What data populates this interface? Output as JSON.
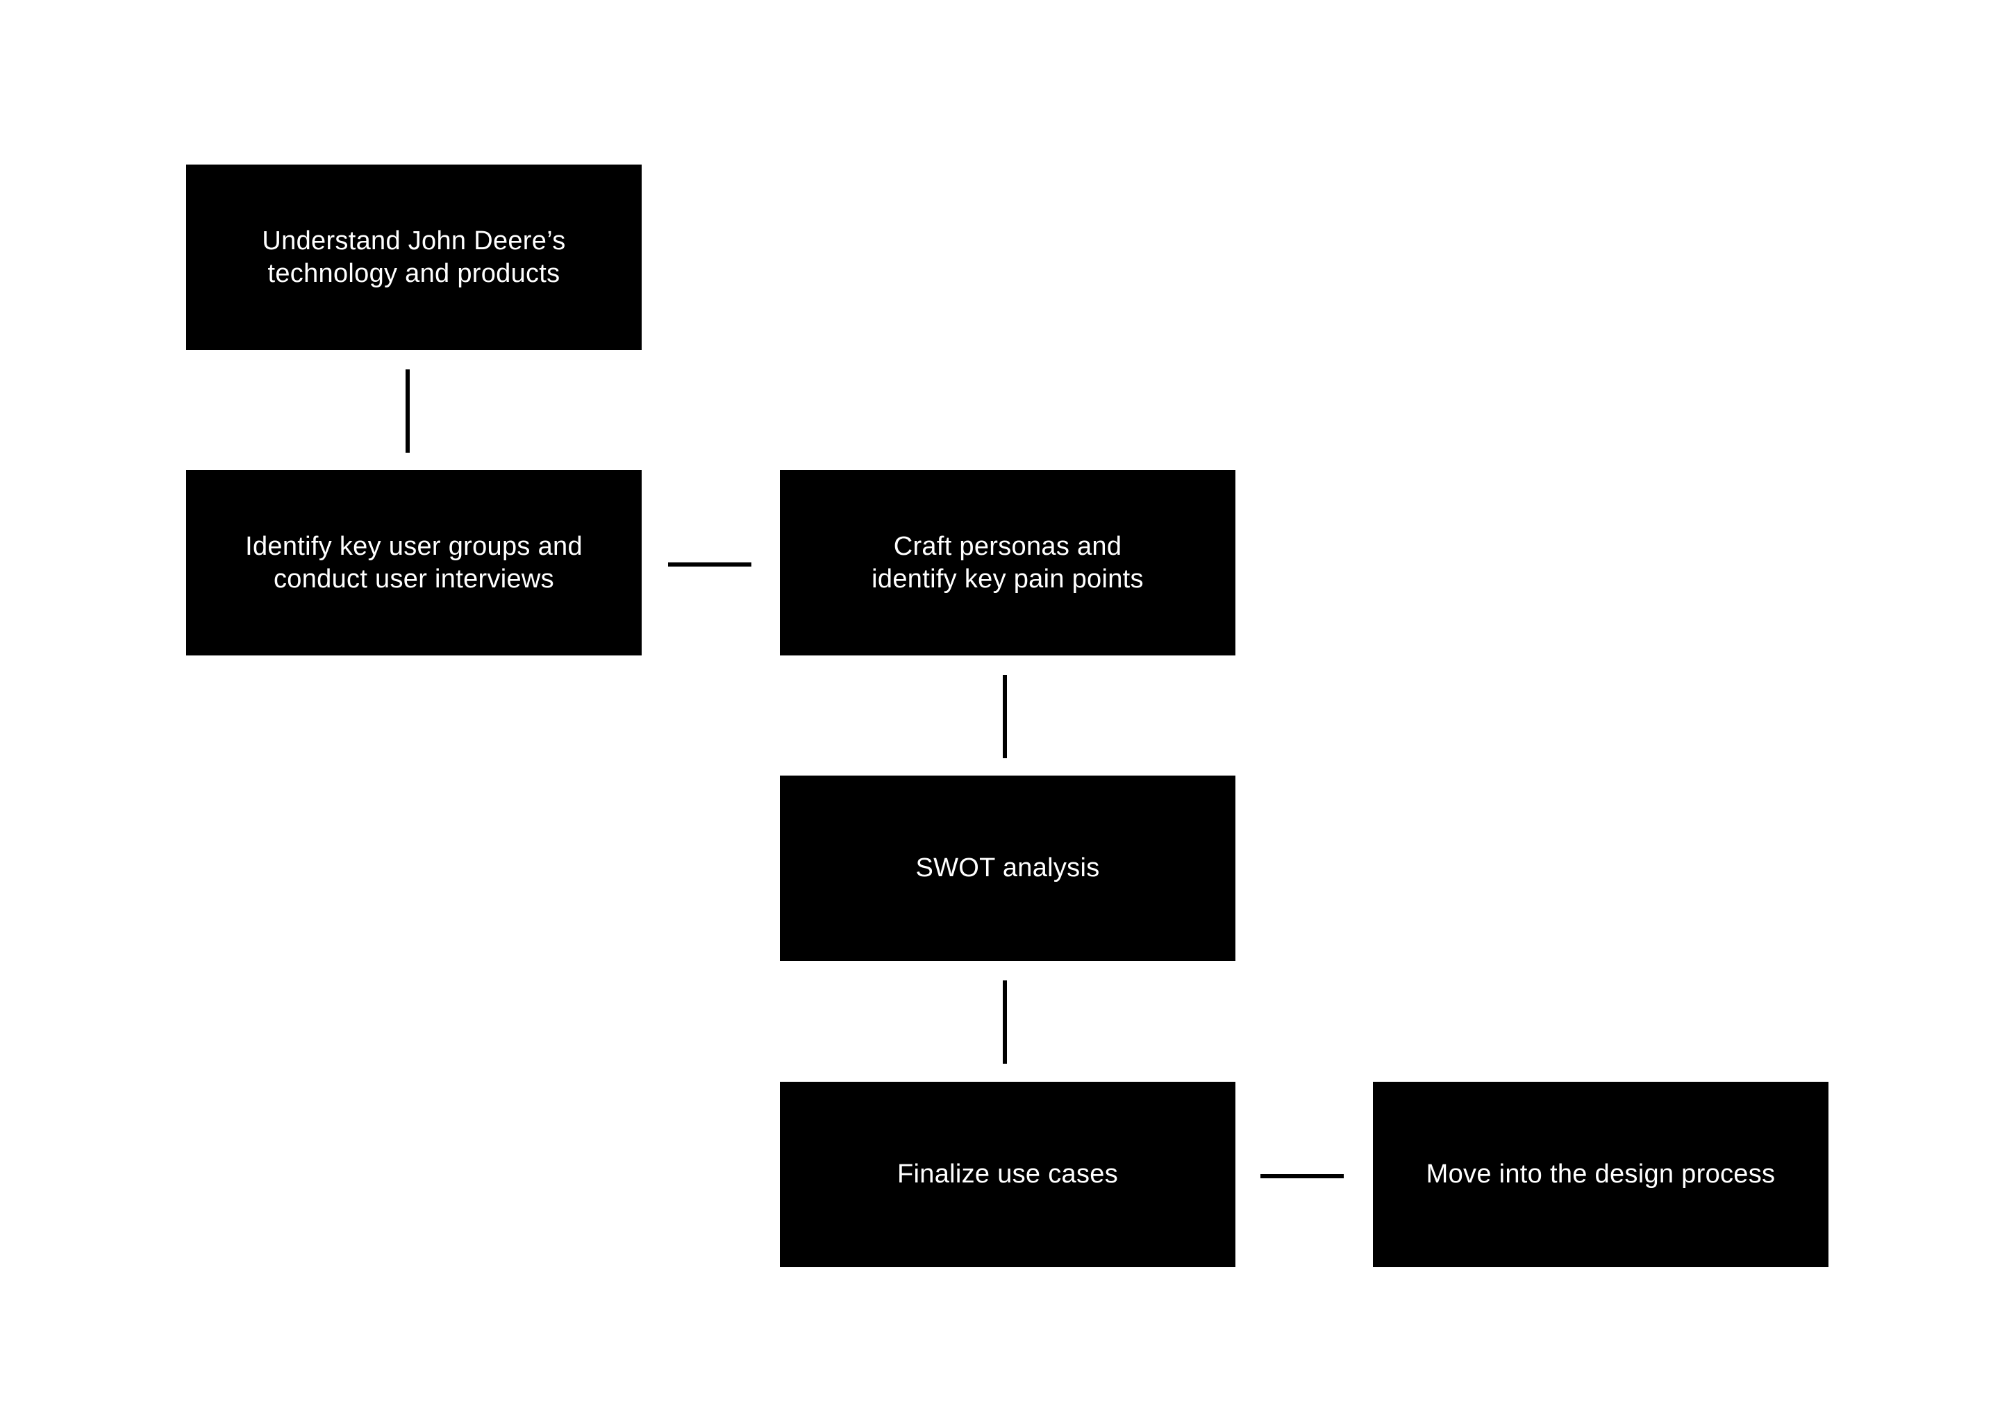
{
  "steps": [
    {
      "label": "Understand John Deere’s\ntechnology and products"
    },
    {
      "label": "Identify key user groups and\nconduct user interviews"
    },
    {
      "label": "Craft personas and\nidentify key pain points"
    },
    {
      "label": "SWOT analysis"
    },
    {
      "label": "Finalize use cases"
    },
    {
      "label": "Move into the design process"
    }
  ],
  "connections": [
    {
      "from": 0,
      "to": 1
    },
    {
      "from": 1,
      "to": 2
    },
    {
      "from": 2,
      "to": 3
    },
    {
      "from": 3,
      "to": 4
    },
    {
      "from": 4,
      "to": 5
    }
  ],
  "colors": {
    "box_fill": "#000000",
    "box_text": "#ffffff",
    "connector": "#000000",
    "background": "#ffffff"
  }
}
